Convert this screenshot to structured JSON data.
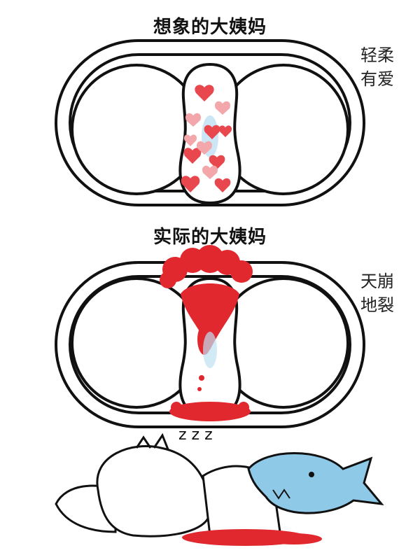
{
  "panel_top": {
    "title": "想象的大姨妈",
    "side_line1": "轻柔",
    "side_line2": "有爱"
  },
  "panel_bottom": {
    "title": "实际的大姨妈",
    "side_line1": "天崩",
    "side_line2": "地裂"
  },
  "sleep_text": "z z z",
  "colors": {
    "heart_red": "#e8474d",
    "heart_pink": "#f4a7aa",
    "blood": "#e0282e",
    "shark_blue": "#8fc9e8",
    "outline": "#111111"
  }
}
